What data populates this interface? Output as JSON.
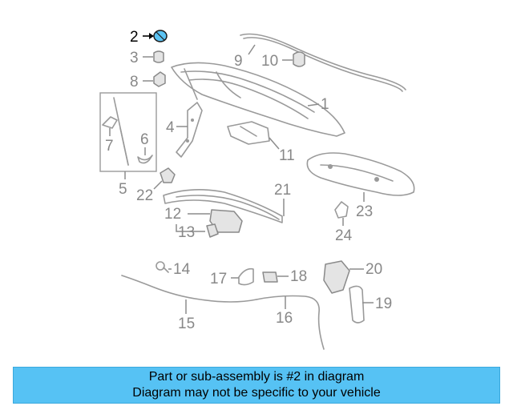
{
  "highlight_color": "#5bc3f3",
  "callouts": [
    {
      "id": "1",
      "text": "1"
    },
    {
      "id": "2",
      "text": "2"
    },
    {
      "id": "3",
      "text": "3"
    },
    {
      "id": "4",
      "text": "4"
    },
    {
      "id": "5",
      "text": "5"
    },
    {
      "id": "6",
      "text": "6"
    },
    {
      "id": "7",
      "text": "7"
    },
    {
      "id": "8",
      "text": "8"
    },
    {
      "id": "9",
      "text": "9"
    },
    {
      "id": "10",
      "text": "10"
    },
    {
      "id": "11",
      "text": "11"
    },
    {
      "id": "12",
      "text": "12"
    },
    {
      "id": "13",
      "text": "13"
    },
    {
      "id": "14",
      "text": "14"
    },
    {
      "id": "15",
      "text": "15"
    },
    {
      "id": "16",
      "text": "16"
    },
    {
      "id": "17",
      "text": "17"
    },
    {
      "id": "18",
      "text": "18"
    },
    {
      "id": "19",
      "text": "19"
    },
    {
      "id": "20",
      "text": "20"
    },
    {
      "id": "21",
      "text": "21"
    },
    {
      "id": "22",
      "text": "22"
    },
    {
      "id": "23",
      "text": "23"
    },
    {
      "id": "24",
      "text": "24"
    }
  ],
  "banner": {
    "line1": "Part or sub-assembly is #2 in diagram",
    "line2": "Diagram may not be specific to your vehicle",
    "background": "#56c2f4"
  }
}
